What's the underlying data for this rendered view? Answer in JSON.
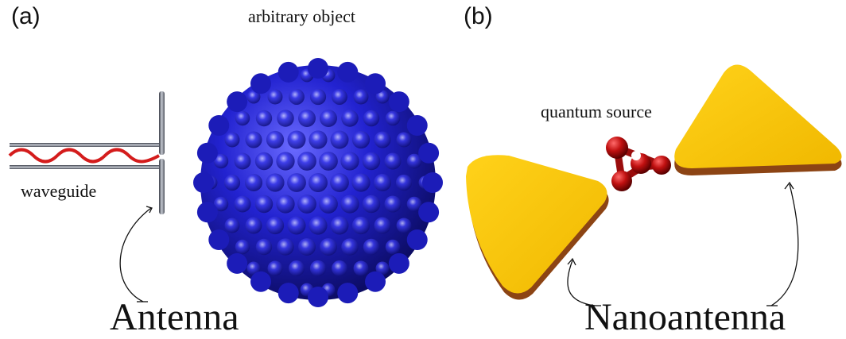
{
  "panel_a": {
    "label": "(a)",
    "object_label": "arbitrary object",
    "waveguide_label": "waveguide",
    "antenna_label": "Antenna"
  },
  "panel_b": {
    "label": "(b)",
    "source_label": "quantum source",
    "nanoantenna_label": "Nanoantenna"
  },
  "colors": {
    "sphere": "#2b2bd6",
    "wave": "#d41c1c",
    "gold": "#f5c400",
    "gold_edge": "#a0521a",
    "molecule": "#c41414",
    "pipe": "#6e7480"
  }
}
